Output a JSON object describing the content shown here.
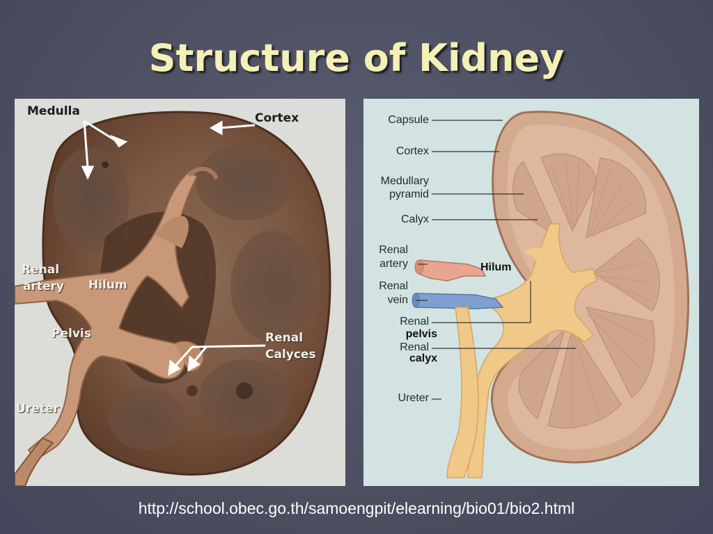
{
  "title": "Structure of Kidney",
  "photo_labels": {
    "medulla": "Medulla",
    "cortex": "Cortex",
    "renal_artery_1": "Renal",
    "renal_artery_2": "artery",
    "hilum": "Hilum",
    "pelvis": "Pelvis",
    "renal_calyces_1": "Renal",
    "renal_calyces_2": "Calyces",
    "ureter": "Ureter"
  },
  "diagram_labels": {
    "capsule": "Capsule",
    "cortex": "Cortex",
    "medullary_1": "Medullary",
    "medullary_2": "pyramid",
    "calyx": "Calyx",
    "renal_artery_1": "Renal",
    "renal_artery_2": "artery",
    "hilum": "Hilum",
    "renal_vein_1": "Renal",
    "renal_vein_2": "vein",
    "renal_pelvis_1": "Renal",
    "renal_pelvis_2": "pelvis",
    "renal_calyx_1": "Renal",
    "renal_calyx_2": "calyx",
    "ureter": "Ureter"
  },
  "source_url": "http://school.obec.go.th/samoengpit/elearning/bio01/bio2.html",
  "colors": {
    "background": "#4f5263",
    "title": "#f4f0b6",
    "kidney_tissue": "#8a5f44",
    "diagram_bg": "#d2e3e2",
    "diagram_kidney": "#dcb69c"
  }
}
